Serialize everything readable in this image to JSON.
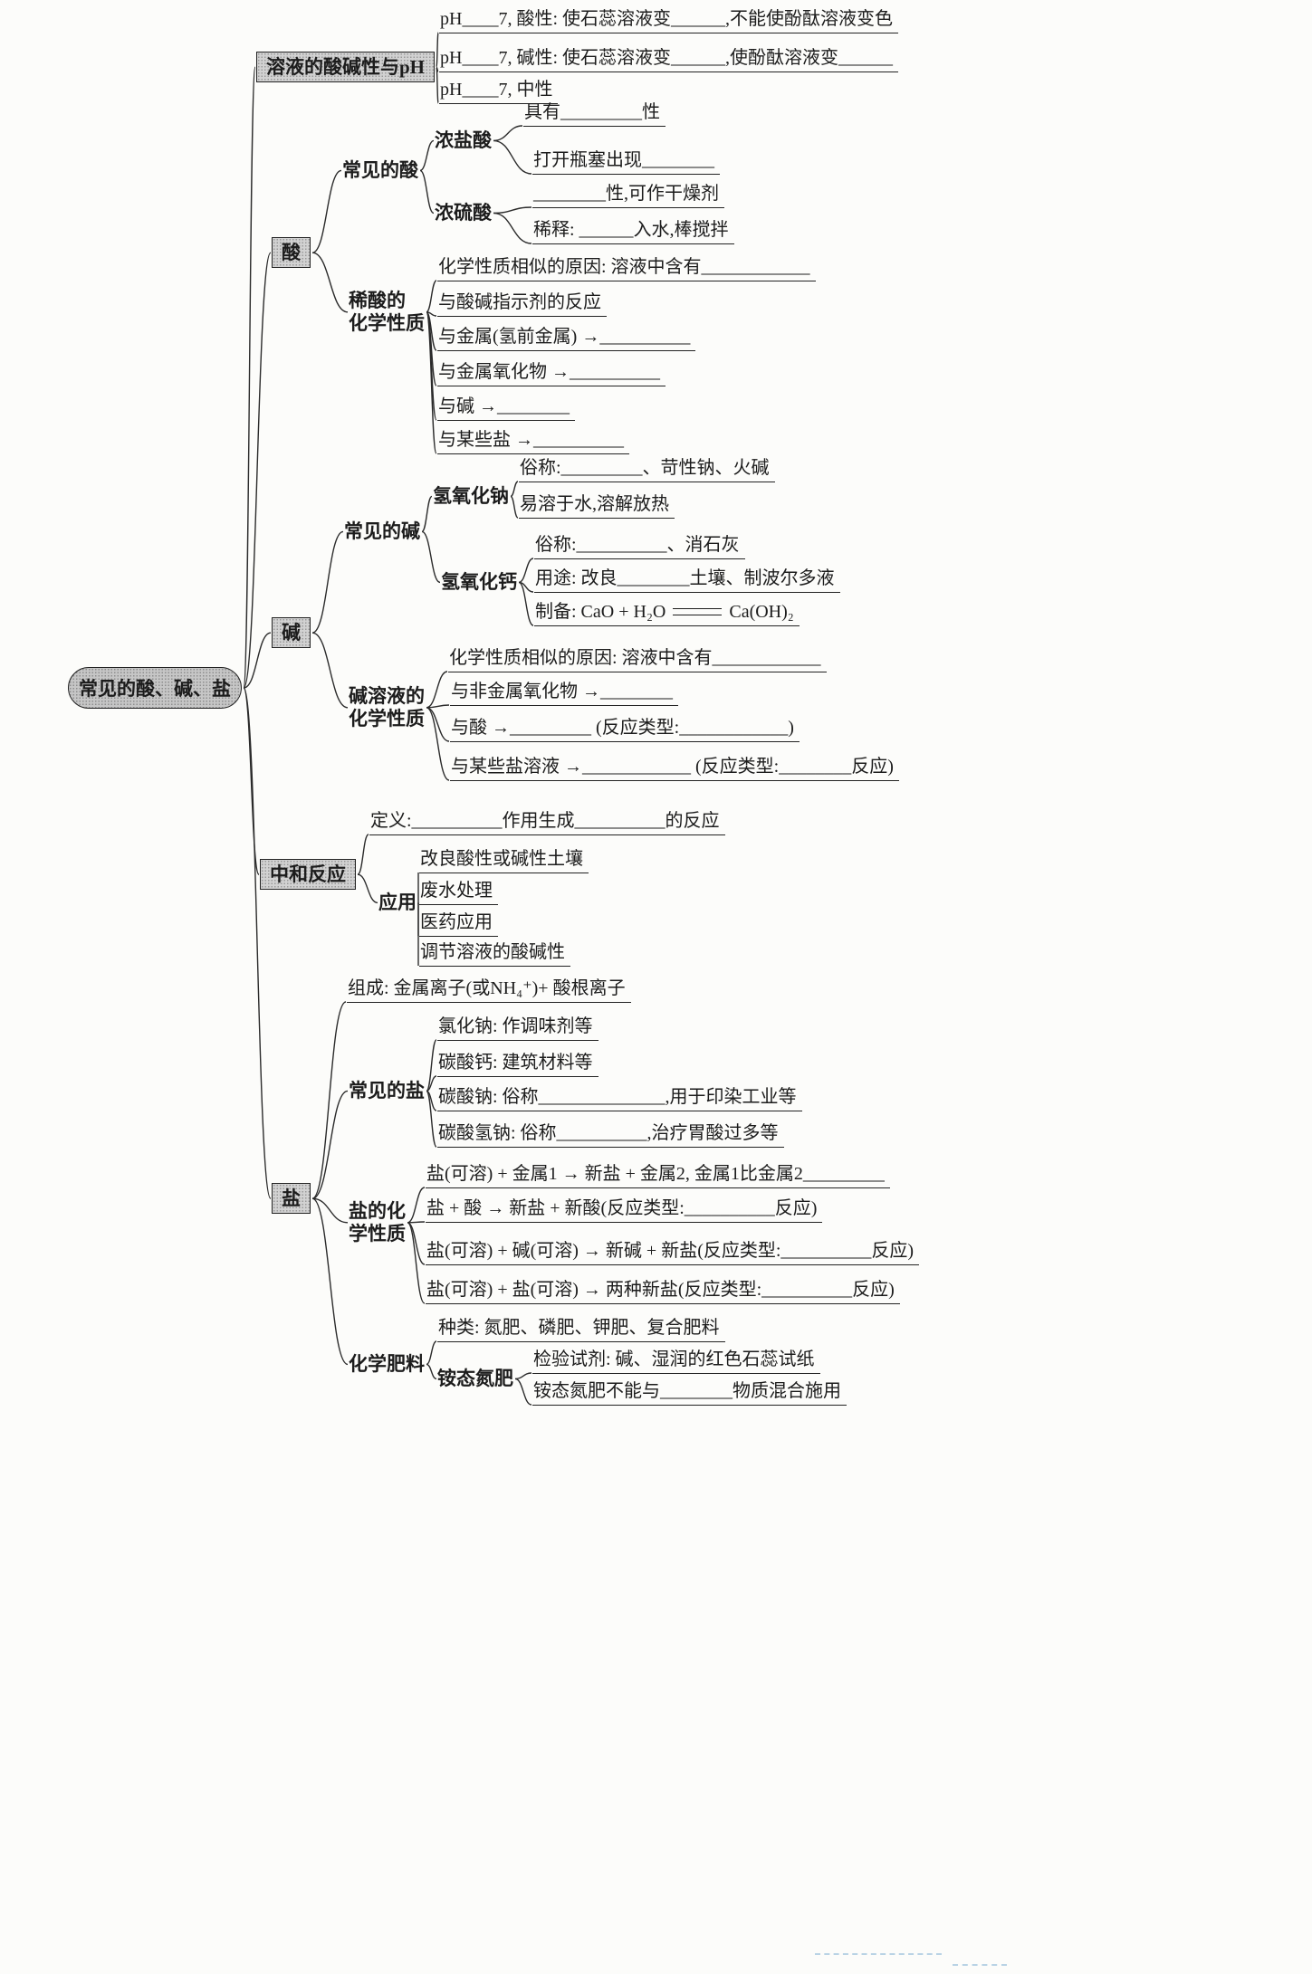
{
  "root": {
    "label": "常见的酸、碱、盐"
  },
  "ph": {
    "label": "溶液的酸碱性与pH",
    "items": [
      "pH____7, 酸性: 使石蕊溶液变______,不能使酚酞溶液变色",
      "pH____7, 碱性: 使石蕊溶液变______,使酚酞溶液变______",
      "pH____7, 中性"
    ]
  },
  "acid": {
    "label": "酸",
    "common": {
      "label": "常见的酸",
      "hcl": {
        "label": "浓盐酸",
        "items": [
          "具有_________性",
          "打开瓶塞出现________"
        ]
      },
      "h2so4": {
        "label": "浓硫酸",
        "items": [
          "________性,可作干燥剂",
          "稀释: ______入水,棒搅拌"
        ]
      }
    },
    "dilute": {
      "label": "稀酸的\n化学性质",
      "items": [
        "化学性质相似的原因: 溶液中含有____________",
        "与酸碱指示剂的反应",
        "与金属(氢前金属) →__________",
        "与金属氧化物 →__________",
        "与碱 →________",
        "与某些盐 →__________"
      ]
    }
  },
  "base": {
    "label": "碱",
    "common": {
      "label": "常见的碱",
      "naoh": {
        "label": "氢氧化钠",
        "items": [
          "俗称:_________、苛性钠、火碱",
          "易溶于水,溶解放热"
        ]
      },
      "caoh": {
        "label": "氢氧化钙",
        "common_name": "俗称:__________、消石灰",
        "use": "用途: 改良________土壤、制波尔多液",
        "prep_left": "制备: CaO + H₂O",
        "prep_right": "Ca(OH)₂"
      }
    },
    "chem": {
      "label": "碱溶液的\n化学性质",
      "items": [
        "化学性质相似的原因: 溶液中含有____________",
        "与非金属氧化物 →________",
        "与酸 →_________ (反应类型:____________)",
        "与某些盐溶液 →____________ (反应类型:________反应)"
      ]
    }
  },
  "neutral": {
    "label": "中和反应",
    "definition": "定义:__________作用生成__________的反应",
    "apply": {
      "label": "应用",
      "items": [
        "改良酸性或碱性土壤",
        "废水处理",
        "医药应用",
        "调节溶液的酸碱性"
      ]
    }
  },
  "salt": {
    "label": "盐",
    "composition": "组成: 金属离子(或NH₄⁺)+ 酸根离子",
    "common": {
      "label": "常见的盐",
      "items": [
        "氯化钠: 作调味剂等",
        "碳酸钙: 建筑材料等",
        "碳酸钠: 俗称______________,用于印染工业等",
        "碳酸氢钠: 俗称__________,治疗胃酸过多等"
      ]
    },
    "chem": {
      "label": "盐的化\n学性质",
      "items": [
        "盐(可溶) + 金属1 → 新盐 + 金属2, 金属1比金属2_________",
        "盐 + 酸 → 新盐 + 新酸(反应类型:__________反应)",
        "盐(可溶) + 碱(可溶) → 新碱 + 新盐(反应类型:__________反应)",
        "盐(可溶) + 盐(可溶) → 两种新盐(反应类型:__________反应)"
      ]
    },
    "fertilizer": {
      "label": "化学肥料",
      "kinds": "种类: 氮肥、磷肥、钾肥、复合肥料",
      "ammonium": {
        "label": "铵态氮肥",
        "items": [
          "检验试剂: 碱、湿润的红色石蕊试纸",
          "铵态氮肥不能与________物质混合施用"
        ]
      }
    }
  },
  "colors": {
    "ink": "#1c1c1c",
    "node_fill": "#d2d2d2",
    "background": "#fcfcfa"
  }
}
